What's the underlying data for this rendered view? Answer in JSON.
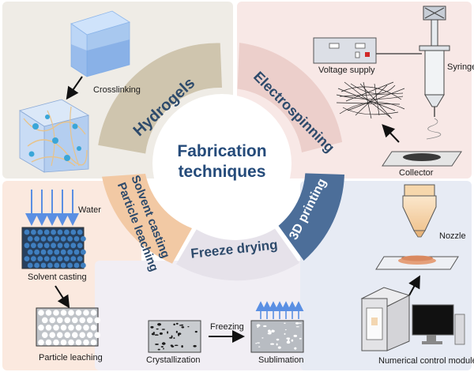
{
  "center": {
    "line1": "Fabrication",
    "line2": "techniques"
  },
  "segments": {
    "hydrogels": "Hydrogels",
    "electrospinning": "Electrospinning",
    "printing_3d": "3D printing",
    "freeze_drying": "Freeze drying",
    "solvent_casting": "Solvent casting",
    "particle_leaching": "Particle leaching"
  },
  "hydrogels_panel": {
    "step": "Crosslinking"
  },
  "electrospinning_panel": {
    "voltage": "Voltage supply",
    "syringe": "Syringe",
    "collector": "Collector"
  },
  "printing_panel": {
    "nozzle": "Nozzle",
    "module": "Numerical control module"
  },
  "freeze_panel": {
    "crystallization": "Crystallization",
    "freezing": "Freezing",
    "sublimation": "Sublimation"
  },
  "solvent_panel": {
    "water": "Water",
    "solvent_casting": "Solvent casting",
    "particle_leaching": "Particle leaching"
  },
  "colors": {
    "hydrogels_bg": "#efece6",
    "electro_bg": "#f8e8e6",
    "printing_bg": "#e7ebf4",
    "solvent_bg": "#fbe9df",
    "freeze_bg": "#f1eef4",
    "hydrogels_ring": "#cfc5ae",
    "electro_ring": "#eccfcb",
    "printing_ring": "#4c6e99",
    "freeze_ring": "#e6e2ea",
    "solvent_ring": "#f2c9a4",
    "title_color": "#254b7a"
  }
}
